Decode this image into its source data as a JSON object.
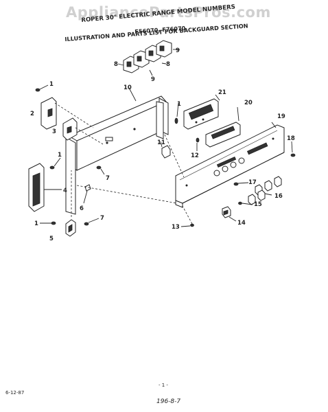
{
  "watermark": "AppliancePartsPros.com",
  "header": {
    "line1": "ROPER 30\" ELECTRIC RANGE MODEL NUMBERS",
    "line2": "F56070, F76070",
    "line3": "ILLUSTRATION AND PARTS LIST FOR BACKGUARD SECTION"
  },
  "footer": {
    "date": "6-12-87",
    "page": "- 1 -",
    "code": "196-8-7"
  },
  "callouts": [
    "1",
    "2",
    "3",
    "1",
    "4",
    "1",
    "5",
    "7",
    "6",
    "7",
    "10",
    "8",
    "9",
    "9",
    "8",
    "1",
    "11",
    "12",
    "21",
    "20",
    "19",
    "18",
    "17",
    "16",
    "15",
    "14",
    "13"
  ],
  "colors": {
    "ink": "#222222",
    "paper": "#ffffff",
    "watermark": "#969696"
  }
}
